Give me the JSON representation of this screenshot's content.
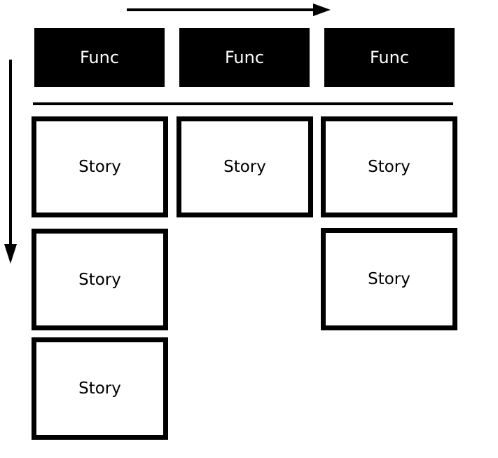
{
  "functions": [
    {
      "label": "Func"
    },
    {
      "label": "Func"
    },
    {
      "label": "Func"
    }
  ],
  "stories": {
    "col1": [
      {
        "label": "Story"
      },
      {
        "label": "Story"
      },
      {
        "label": "Story"
      }
    ],
    "col2": [
      {
        "label": "Story"
      }
    ],
    "col3": [
      {
        "label": "Story"
      },
      {
        "label": "Story"
      }
    ]
  }
}
